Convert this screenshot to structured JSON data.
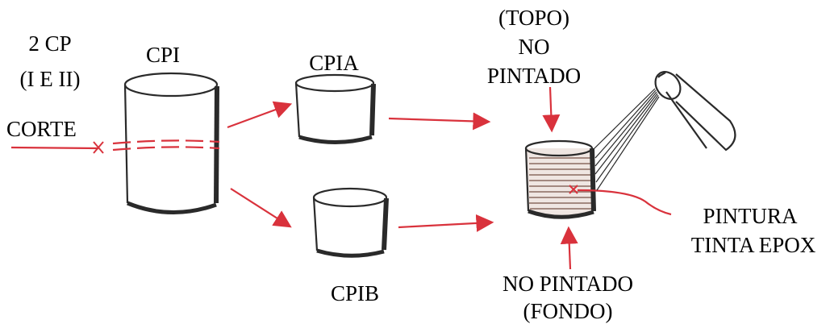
{
  "labels": {
    "cp_count": "2 CP",
    "cp_ids": "(I E II)",
    "corte": "CORTE",
    "cpi": "CPI",
    "cpia": "CPIA",
    "cpib": "CPIB",
    "topo": "(TOPO)",
    "no_top": "NO",
    "pintado_top": "PINTADO",
    "no_pintado_bottom": "NO PINTADO",
    "fondo": "(FONDO)",
    "pintura": "PINTURA",
    "tinta_epox": "TINTA EPOX"
  },
  "colors": {
    "ink": "#2a2a2a",
    "arrow": "#d9323c",
    "paint": "#8a6a60"
  }
}
